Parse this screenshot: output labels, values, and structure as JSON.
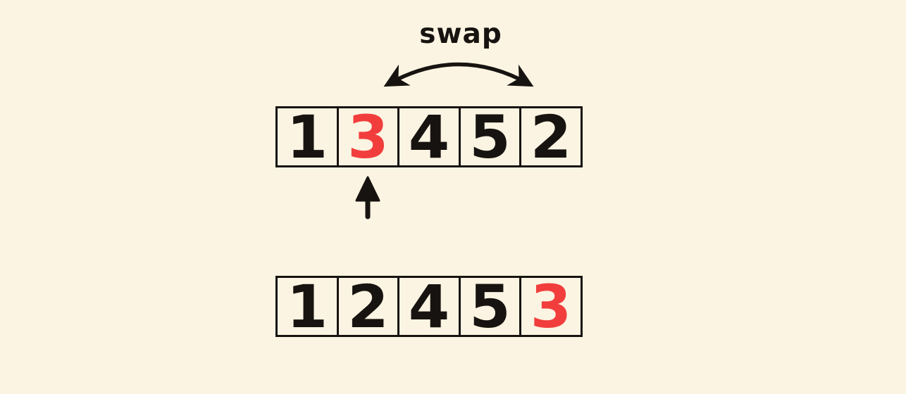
{
  "colors": {
    "background": "#fbf4e2",
    "ink": "#171310",
    "highlight": "#f23d3d"
  },
  "labels": {
    "swap": "swap"
  },
  "top_array": {
    "values": [
      "1",
      "3",
      "4",
      "5",
      "2"
    ],
    "highlight_index": 1
  },
  "bottom_array": {
    "values": [
      "1",
      "2",
      "4",
      "5",
      "3"
    ],
    "highlight_index": 4
  },
  "icons": {
    "swap_arrow": "curved-double-headed-arrow",
    "pointer_arrow": "up-arrow"
  }
}
